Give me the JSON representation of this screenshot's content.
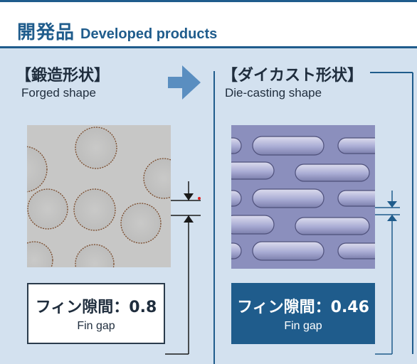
{
  "header": {
    "title_jp": "開発品",
    "title_en": "Developed products"
  },
  "forged": {
    "title": "【鍛造形状】",
    "subtitle": "Forged shape",
    "gap_label": "フィン隙間：0.8",
    "gap_sub": "Fin gap"
  },
  "diecast": {
    "title": "【ダイカスト形状】",
    "subtitle": "Die-casting shape",
    "gap_label": "フィン隙間：0.46",
    "gap_sub": "Fin gap"
  },
  "colors": {
    "background": "#d3e1ef",
    "accent": "#1f5c8c",
    "arrow": "#5a8ec0"
  },
  "icons": {
    "arrow": "right-arrow-icon"
  }
}
